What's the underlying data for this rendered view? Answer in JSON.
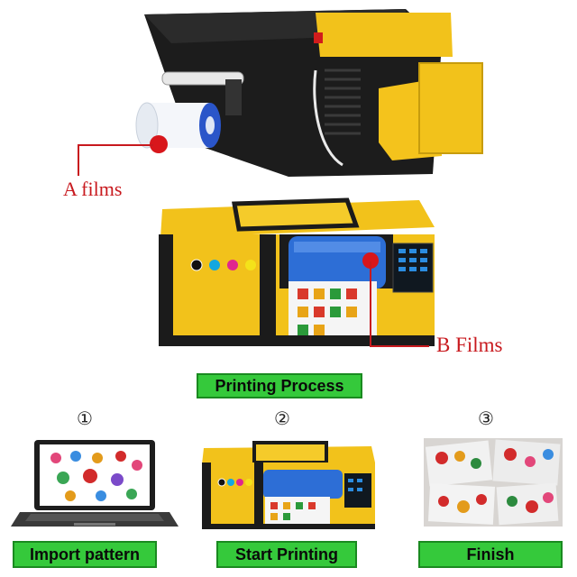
{
  "labels": {
    "a_films": "A films",
    "b_films": "B Films"
  },
  "process": {
    "title": "Printing Process",
    "steps": [
      {
        "num": "①",
        "label": "Import pattern"
      },
      {
        "num": "②",
        "label": "Start Printing"
      },
      {
        "num": "③",
        "label": "Finish"
      }
    ]
  },
  "colors": {
    "accent_red": "#c8191e",
    "label_green": "#35c93b",
    "machine_yellow": "#f2c21b",
    "machine_black": "#1b1b1b"
  }
}
